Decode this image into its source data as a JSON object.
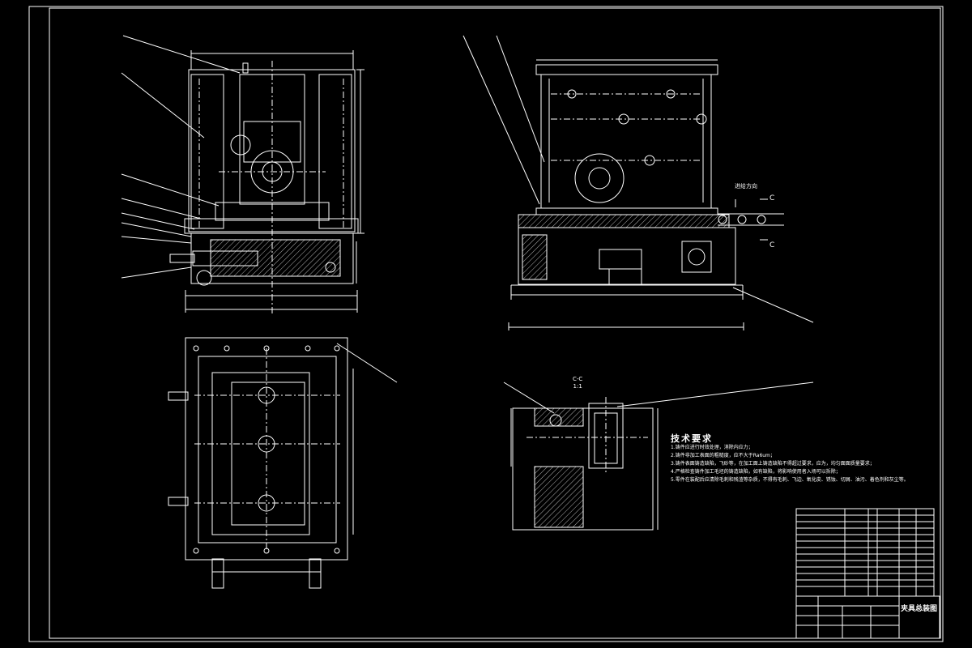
{
  "drawing": {
    "technical_requirements": {
      "title": "技术要求",
      "items": [
        "1.铸件应进行时效处理，消除内应力；",
        "2.铸件非加工表面的粗糙度，应不大于Ra6um；",
        "3.铸件表面铸造缺陷，飞砂等，在加工面上铸造缺陷不得超过要求，应为，均匀面面质量要求；",
        "4.严格检查铸件加工毛坯的铸造缺陷，如有缺陷，将影响使用者入场可以拆除；",
        "5.零件在装配后应清除毛刺和残渣等杂质，不得有毛刺、飞边、氧化皮、锈蚀、切屑、油污、着色剂和灰尘等。"
      ]
    },
    "section_label": "C-C",
    "section_scale": "1:1",
    "direction_label": "进给方向",
    "section_marker": "C",
    "title_block": {
      "drawing_name": "夹具总装图"
    },
    "colors": {
      "background": "#000000",
      "lines": "#ffffff",
      "hatch": "#ffffff"
    }
  }
}
